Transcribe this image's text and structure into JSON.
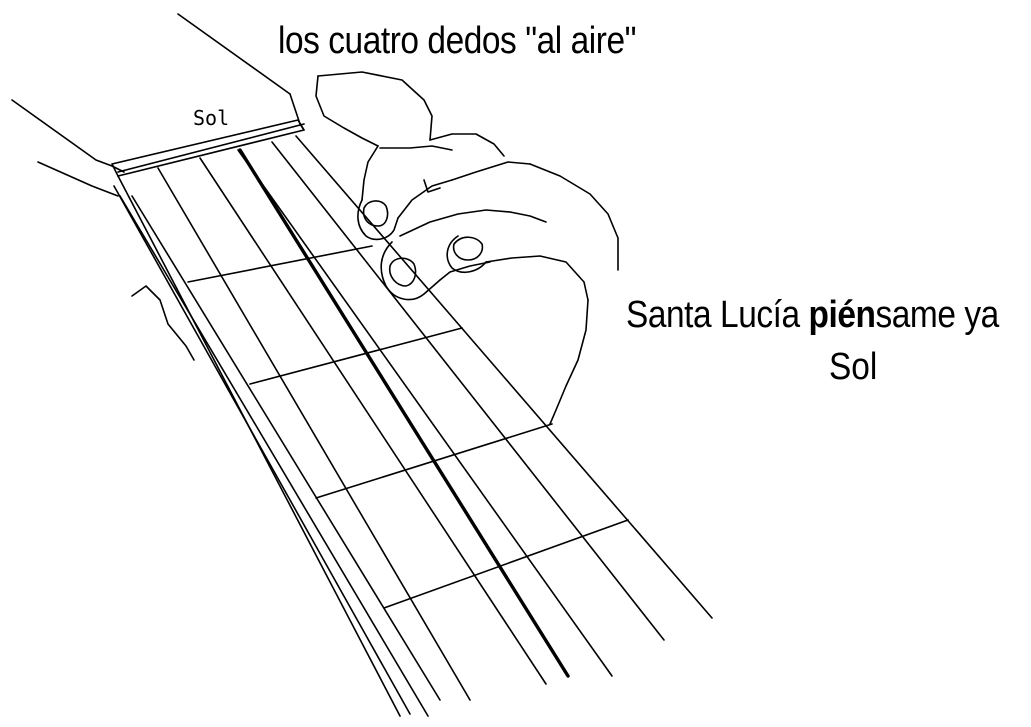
{
  "top_caption": "los cuatro dedos \"al aire\"",
  "nut_label": "Sol",
  "lyric": {
    "before": "Santa Lucía ",
    "stressed": "pién",
    "after": "same ya"
  },
  "chord": "Sol",
  "colors": {
    "ink": "#000000",
    "background": "#ffffff"
  }
}
